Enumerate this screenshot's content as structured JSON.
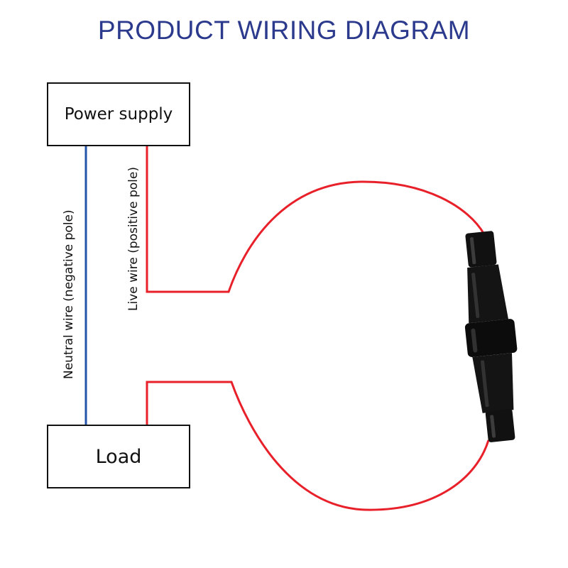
{
  "title": "PRODUCT WIRING DIAGRAM",
  "nodes": {
    "power_supply": "Power supply",
    "load": "Load"
  },
  "wires": {
    "neutral_label": "Neutral wire (negative pole)",
    "live_label": "Live wire (positive pole)",
    "neutral_color": "#2255aa",
    "live_color": "#e8202a"
  },
  "components": {
    "fuse_holder": "inline-fuse-holder"
  }
}
